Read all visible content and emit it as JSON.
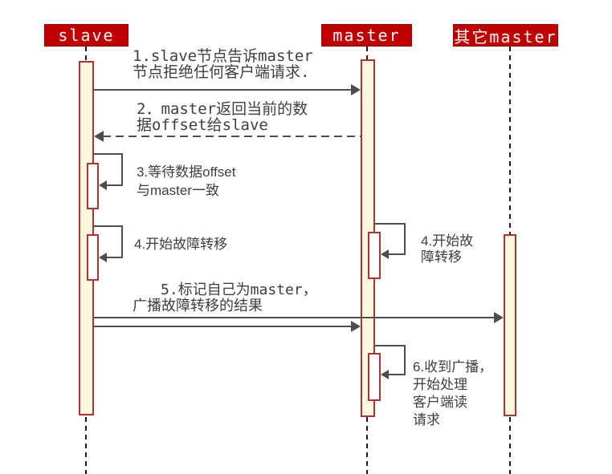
{
  "diagram_type": "sequence-diagram",
  "actors": {
    "slave": "slave",
    "master": "master",
    "other_master": "其它master"
  },
  "messages": {
    "m1": {
      "from": "slave",
      "to": "master",
      "line_style": "solid",
      "lines": [
        "1.slave节点告诉master",
        "节点拒绝任何客户端请求."
      ]
    },
    "m2": {
      "from": "master",
      "to": "slave",
      "line_style": "dashed",
      "lines": [
        "2．master返回当前的数",
        "据offset给slave"
      ]
    },
    "m3": {
      "self": "slave",
      "line_style": "solid",
      "lines": [
        "3.等待数据offset",
        "与master一致"
      ]
    },
    "m4_slave": {
      "self": "slave",
      "line_style": "solid",
      "lines": [
        "4.开始故障转移"
      ]
    },
    "m4_master": {
      "self": "master",
      "line_style": "solid",
      "lines": [
        "4.开始故",
        "障转移"
      ]
    },
    "m5": {
      "from": "slave",
      "to": "master, 其它master",
      "line_style": "solid",
      "lines": [
        "5.标记自己为master，",
        "广播故障转移的结果"
      ]
    },
    "m6": {
      "self": "master",
      "line_style": "solid",
      "lines": [
        "6.收到广播，",
        "开始处理",
        "客户端读",
        "请求"
      ]
    }
  },
  "colors": {
    "header_bg": "#c00000",
    "header_text": "#ffffff",
    "activation_fill": "#fcf8dd",
    "nested_activation_fill": "#ffffff",
    "activation_border": "#ae3431",
    "arrow": "#4d4d4d",
    "label_text": "#3c4043",
    "lifeline": "#1c1c1c",
    "background": "#ffffff"
  }
}
